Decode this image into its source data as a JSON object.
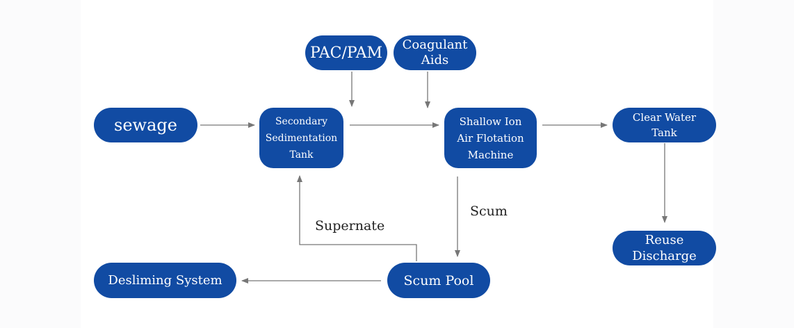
{
  "nodes": {
    "sewage": "sewage",
    "pac_pam": "PAC/PAM",
    "coagulant_aids": "Coagulant\nAids",
    "secondary_sedimentation": "Secondary\nSedimentation\nTank",
    "air_flotation": "Shallow Ion\nAir Flotation\nMachine",
    "clear_water": "Clear Water\nTank",
    "reuse_discharge": "Reuse\nDischarge",
    "scum_pool": "Scum Pool",
    "desliming": "Desliming System"
  },
  "edge_labels": {
    "scum": "Scum",
    "supernate": "Supernate"
  },
  "colors": {
    "node_fill": "#114ba3",
    "node_text": "#ffffff",
    "arrow": "#777777"
  }
}
